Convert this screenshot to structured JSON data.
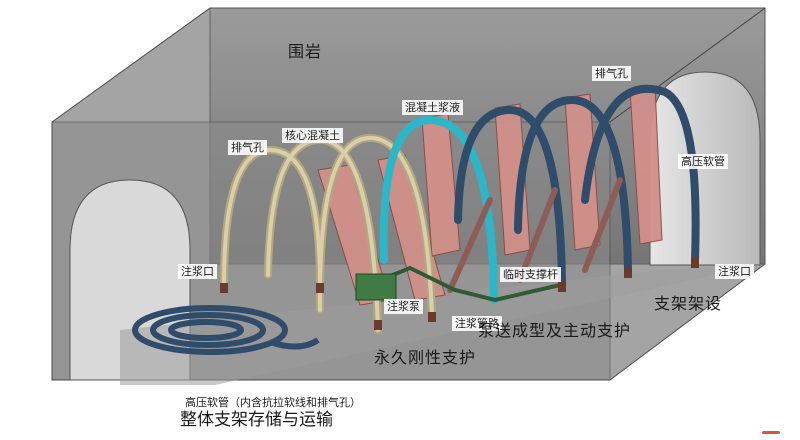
{
  "labels": {
    "surrounding_rock": "围岩",
    "vent_hole_left": "排气孔",
    "core_concrete": "核心混凝土",
    "concrete_slurry": "混凝土浆液",
    "vent_hole_right": "排气孔",
    "hp_hose_right": "高压软管",
    "grout_port_left": "注浆口",
    "grout_port_right": "注浆口",
    "temp_strut": "临时支撑杆",
    "grout_pump": "注浆泵",
    "grout_pipeline": "注浆管路",
    "support_erection": "支架架设",
    "permanent_support": "永久刚性支护",
    "pumping_support": "泵送成型及主动支护",
    "hp_hose_coil": "高压软管（内含抗拉软线和排气孔）",
    "storage_transport": "整体支架存储与运输"
  },
  "colors": {
    "rock": "#7b7b7b",
    "rock_top": "#a2a2a2",
    "tunnel": "#cfcfcf",
    "hose_empty": "#c9bd98",
    "hose_filling": "#2cb6c8",
    "hose_filled": "#2f4c6a",
    "plate": "#d4908a",
    "pump": "#3f7b42",
    "pipe": "#2f5a35"
  }
}
